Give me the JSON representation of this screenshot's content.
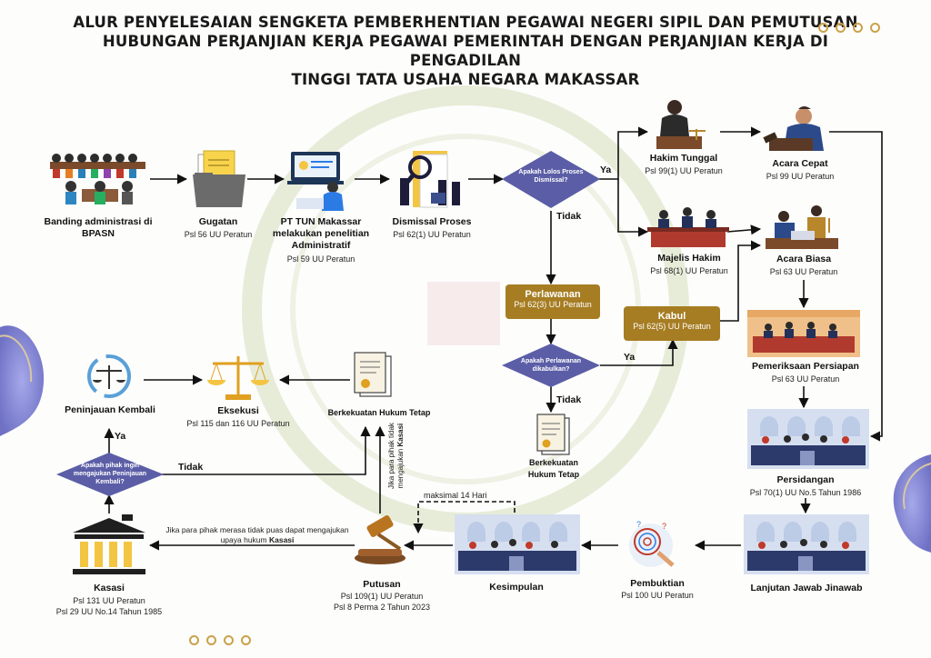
{
  "title": {
    "line1": "ALUR PENYELESAIAN SENGKETA PEMBERHENTIAN PEGAWAI NEGERI SIPIL DAN PEMUTUSAN",
    "line2": "HUBUNGAN PERJANJIAN KERJA PEGAWAI PEMERINTAH DENGAN PERJANJIAN KERJA  DI PENGADILAN",
    "line3": "TINGGI TATA USAHA NEGARA MAKASSAR"
  },
  "nodes": {
    "banding": {
      "label": "Banding administrasi di BPASN"
    },
    "gugatan": {
      "label": "Gugatan",
      "ref": "Psl 56 UU Peratun"
    },
    "pttun": {
      "label": "PT TUN Makassar melakukan penelitian Administratif",
      "ref": "Psl 59 UU Peratun"
    },
    "dismissal": {
      "label": "Dismissal Proses",
      "ref": "Psl 62(1) UU Peratun"
    },
    "q_lolos": {
      "label": "Apakah Lolos Proses Dismissal?"
    },
    "hakim_tunggal": {
      "label": "Hakim Tunggal",
      "ref": "Psl 99(1) UU Peratun"
    },
    "acara_cepat": {
      "label": "Acara Cepat",
      "ref": "Psl 99 UU Peratun"
    },
    "majelis_hakim": {
      "label": "Majelis Hakim",
      "ref": "Psl 68(1) UU Peratun"
    },
    "acara_biasa": {
      "label": "Acara Biasa",
      "ref": "Psl 63 UU Peratun"
    },
    "perlawanan": {
      "label": "Perlawanan",
      "ref": "Psl 62(3) UU Peratun"
    },
    "kabul": {
      "label": "Kabul",
      "ref": "Psl 62(5) UU Peratun"
    },
    "q_perlawanan": {
      "label": "Apakah Perlawanan dikabulkan?"
    },
    "berkekuatan_mid": {
      "label": "Berkekuatan Hukum Tetap"
    },
    "pemeriksaan": {
      "label": "Pemeriksaan Persiapan",
      "ref": "Psl 63 UU Peratun"
    },
    "persidangan": {
      "label": "Persidangan",
      "ref": "Psl 70(1) UU No.5 Tahun 1986"
    },
    "lanjutan": {
      "label": "Lanjutan Jawab Jinawab"
    },
    "pembuktian": {
      "label": "Pembuktian",
      "ref": "Psl 100 UU Peratun"
    },
    "kesimpulan": {
      "label": "Kesimpulan"
    },
    "putusan": {
      "label": "Putusan",
      "ref1": "Psl 109(1) UU Peratun",
      "ref2": "Psl 8 Perma 2 Tahun 2023"
    },
    "kasasi": {
      "label": "Kasasi",
      "ref1": "Psl 131 UU Peratun",
      "ref2": "Psl 29 UU No.14 Tahun 1985"
    },
    "q_pk": {
      "label": "Apakah pihak ingin mengajukan Peninjauan Kembali?"
    },
    "peninjauan": {
      "label": "Peninjauan Kembali"
    },
    "eksekusi": {
      "label": "Eksekusi",
      "ref": "Psl 115 dan 116 UU Peratun"
    },
    "berkekuatan_top": {
      "label": "Berkekuatan Hukum Tetap"
    }
  },
  "edges": {
    "ya": "Ya",
    "tidak": "Tidak",
    "maks": "maksimal 14 Hari",
    "kasasi_note_1": "Jika para pihak merasa tidak puas dapat mengajukan",
    "kasasi_note_2a": "upaya hukum ",
    "kasasi_note_2b": "Kasasi",
    "vert_note_1": "Jika para pihak tidak",
    "vert_note_2a": "mengajukan ",
    "vert_note_2b": "Kasasi"
  },
  "colors": {
    "arrow": "#111111",
    "gold": "#a67d23",
    "diamond": "#5b5ea6",
    "accent_dots": "#c9a24a",
    "blob": "#8d8fd6"
  }
}
